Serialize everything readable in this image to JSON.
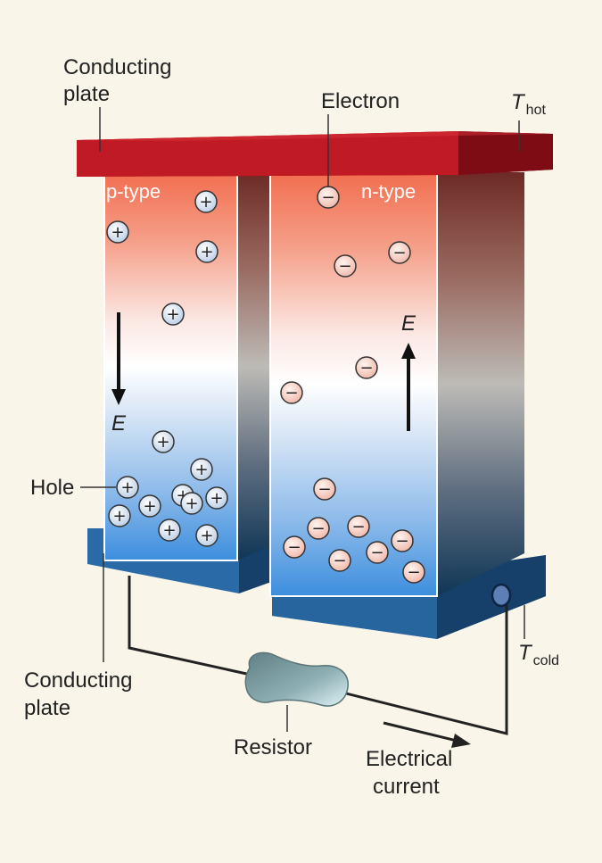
{
  "labels": {
    "conducting_plate_top_line1": "Conducting",
    "conducting_plate_top_line2": "plate",
    "electron": "Electron",
    "t_hot_main": "T",
    "t_hot_sub": "hot",
    "p_type": "p-type",
    "n_type": "n-type",
    "field_p": "E",
    "field_n": "E",
    "hole": "Hole",
    "conducting_plate_bottom_line1": "Conducting",
    "conducting_plate_bottom_line2": "plate",
    "t_cold_main": "T",
    "t_cold_sub": "cold",
    "resistor": "Resistor",
    "current_line1": "Electrical",
    "current_line2": "current"
  },
  "symbols": {
    "hole_sign": "+",
    "electron_sign": "−"
  },
  "colors": {
    "background": "#f9f5e9",
    "hot_plate": "#b8141f",
    "cold_plate": "#1f5e9a",
    "hot_gradient": "#f26d4f",
    "cold_gradient": "#3c8ede",
    "resistor": "#8fb0b5"
  }
}
